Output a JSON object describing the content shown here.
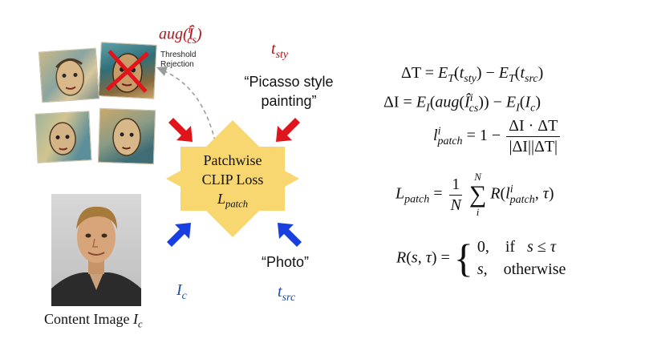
{
  "augmented": {
    "label": "aug(Î",
    "label_sup": "i",
    "label_sub": "cs",
    "label_close": ")"
  },
  "rejection": {
    "line1": "Threshold",
    "line2": "Rejection"
  },
  "style_prompt": {
    "symbol": "t",
    "symbol_sub": "sty",
    "text_line1": "“Picasso style",
    "text_line2": "painting”"
  },
  "loss_box": {
    "line1": "Patchwise",
    "line2": "CLIP Loss",
    "symbol": "L",
    "symbol_sub": "patch"
  },
  "source_prompt": {
    "text": "“Photo”",
    "symbol": "t",
    "symbol_sub": "src"
  },
  "content": {
    "symbol": "I",
    "symbol_sub": "c",
    "caption": "Content Image ",
    "caption_sym": "I",
    "caption_sub": "c"
  },
  "equations": {
    "delta_t": "ΔT = E_T(t_sty) − E_T(t_src)",
    "delta_i": "ΔI = E_I(aug(Î^i_cs)) − E_I(I_c)",
    "l_patch": "l^i_patch = 1 − (ΔI · ΔT)/(|ΔI||ΔT|)",
    "L_patch": "L_patch = (1/N) Σ_i^N R(l^i_patch, τ)",
    "R": "R(s, τ) = {0, if s ≤ τ ; s, otherwise}"
  },
  "colors": {
    "accent_red": "#b0151a",
    "accent_blue": "#1f4e9c",
    "loss_fill": "#f8d770",
    "arrow_red": "#e0141b",
    "arrow_blue": "#1a3fe0"
  }
}
